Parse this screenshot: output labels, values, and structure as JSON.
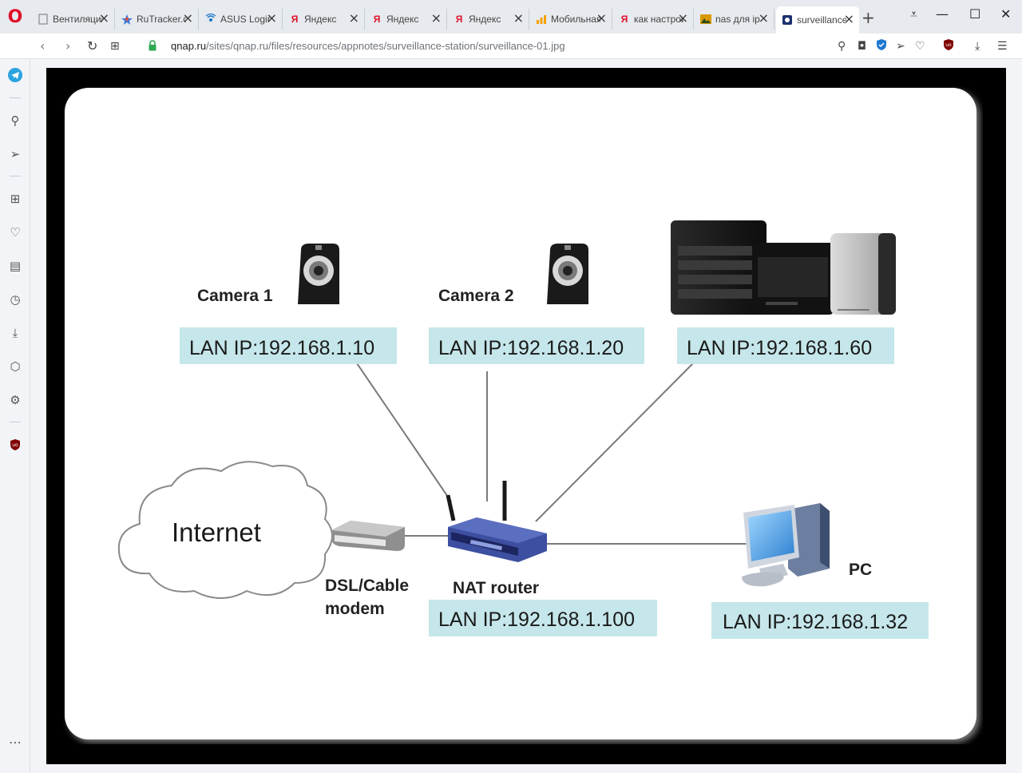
{
  "tabs": [
    {
      "label": "Вентиляция",
      "favicon": "page-icon",
      "color": "#888888"
    },
    {
      "label": "RuTracker.org",
      "favicon": "rutracker-icon",
      "color": "#3b7bd6"
    },
    {
      "label": "ASUS Login",
      "favicon": "asus-router-icon",
      "color": "#1a73c9"
    },
    {
      "label": "Яндекс",
      "favicon": "yandex-icon",
      "color": "#e0112b"
    },
    {
      "label": "Яндекс",
      "favicon": "yandex-icon",
      "color": "#e0112b"
    },
    {
      "label": "Яндекс",
      "favicon": "yandex-icon",
      "color": "#e0112b"
    },
    {
      "label": "Мобильная",
      "favicon": "chart-icon",
      "color": "#f5a300"
    },
    {
      "label": "как настроить",
      "favicon": "yandex-icon",
      "color": "#e0112b"
    },
    {
      "label": "nas для ip",
      "favicon": "image-icon",
      "color": "#d99a00"
    },
    {
      "label": "surveillance",
      "favicon": "qnap-icon",
      "color": "#1d2f6f"
    }
  ],
  "address": {
    "host": "qnap.ru",
    "path": "/sites/qnap.ru/files/resources/appnotes/surveillance-station/surveillance-01.jpg"
  },
  "diagram": {
    "camera1_label": "Camera 1",
    "camera2_label": "Camera 2",
    "camera1_ip": "LAN IP:192.168.1.10",
    "camera2_ip": "LAN IP:192.168.1.20",
    "nas_ip": "LAN IP:192.168.1.60",
    "internet_label": "Internet",
    "modem_label_line1": "DSL/Cable",
    "modem_label_line2": "modem",
    "router_label": "NAT router",
    "router_ip": "LAN IP:192.168.1.100",
    "pc_label": "PC",
    "pc_ip": "LAN IP:192.168.1.32",
    "ip_box_color": "#c5e6ea"
  }
}
